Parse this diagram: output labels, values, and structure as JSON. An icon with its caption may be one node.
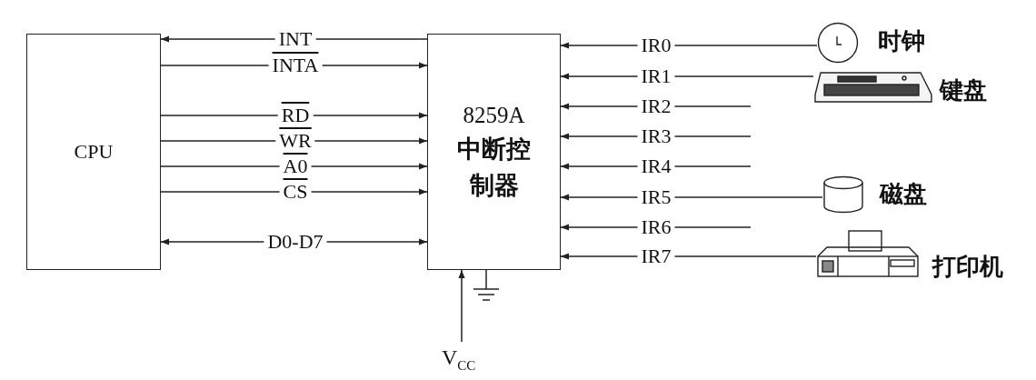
{
  "diagram": {
    "nodes": [
      {
        "text": [
          "CPU"
        ]
      },
      {
        "text": [
          "8259A",
          "中断控制器"
        ]
      },
      {
        "text": [],
        "shape": "picture",
        "beside": [
          "时钟"
        ]
      },
      {
        "text": [],
        "shape": "picture",
        "beside": [
          "键盘"
        ]
      },
      {
        "text": [],
        "shape": "picture",
        "beside": [
          "磁盘"
        ]
      },
      {
        "text": [],
        "shape": "picture",
        "beside": [
          "打印机"
        ]
      },
      {
        "text": [
          "V$_{CC}$"
        ]
      }
    ],
    "edges": [
      {
        "from": 1,
        "to": 0,
        "arrow": "to",
        "label": "INT"
      },
      {
        "from": 0,
        "to": 1,
        "arrow": "to",
        "label": "INTA"
      },
      {
        "from": 0,
        "to": 1,
        "arrow": "to",
        "label": "RD"
      },
      {
        "from": 0,
        "to": 1,
        "arrow": "to",
        "label": "WR"
      },
      {
        "from": 0,
        "to": 1,
        "arrow": "to",
        "label": "A0"
      },
      {
        "from": 0,
        "to": 1,
        "arrow": "to",
        "label": "CS"
      },
      {
        "from": 0,
        "to": 1,
        "arrow": "both",
        "label": "D0-D7"
      },
      {
        "from": 2,
        "to": 1,
        "arrow": "to",
        "label": "IR0"
      },
      {
        "from": 3,
        "to": 1,
        "arrow": "to",
        "label": "IR1"
      },
      {
        "from": null,
        "to": 1,
        "arrow": "to",
        "label": "IR2"
      },
      {
        "from": null,
        "to": 1,
        "arrow": "to",
        "label": "IR3"
      },
      {
        "from": null,
        "to": 1,
        "arrow": "to",
        "label": "IR4"
      },
      {
        "from": 4,
        "to": 1,
        "arrow": "to",
        "label": "IR5"
      },
      {
        "from": null,
        "to": 1,
        "arrow": "to",
        "label": "IR6"
      },
      {
        "from": 5,
        "to": 1,
        "arrow": "to",
        "label": "IR7"
      },
      {
        "from": 6,
        "to": 1,
        "arrow": "to"
      }
    ]
  }
}
